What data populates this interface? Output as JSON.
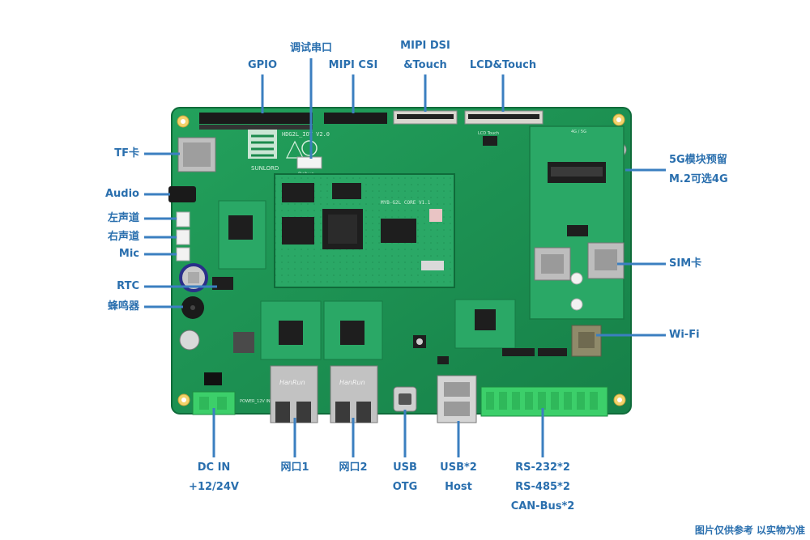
{
  "colors": {
    "accent": "#3b7fc0",
    "board": "#1f9a57",
    "board_dark": "#167a44"
  },
  "labels": {
    "gpio": "GPIO",
    "debug_serial": "调试串口",
    "mipi_csi": "MIPI CSI",
    "mipi_dsi_1": "MIPI DSI",
    "mipi_dsi_2": "&Touch",
    "lcd_touch": "LCD&Touch",
    "tf": "TF卡",
    "audio": "Audio",
    "left_ch": "左声道",
    "right_ch": "右声道",
    "mic": "Mic",
    "rtc": "RTC",
    "buzzer": "蜂鸣器",
    "g5_1": "5G模块预留",
    "g5_2": "M.2可选4G",
    "sim": "SIM卡",
    "wifi": "Wi-Fi",
    "dc_1": "DC IN",
    "dc_2": "+12/24V",
    "eth1": "网口1",
    "eth2": "网口2",
    "usb_1": "USB",
    "usb_2": "OTG",
    "usb2_1": "USB*2",
    "usb2_2": "Host",
    "rs_1": "RS-232*2",
    "rs_2": "RS-485*2",
    "rs_3": "CAN-Bus*2"
  },
  "silk": {
    "board_name": "HDG2L_IOT V2.0",
    "brand": "SUNLORD",
    "core_name": "MYB-G2L CORE V1.1",
    "rj45_brand": "HanRun",
    "lcd": "LCD Touch",
    "power": "POWER_12V IN",
    "g4g5": "4G / 5G",
    "debug": "Debug"
  },
  "footer": "图片仅供参考 以实物为准"
}
